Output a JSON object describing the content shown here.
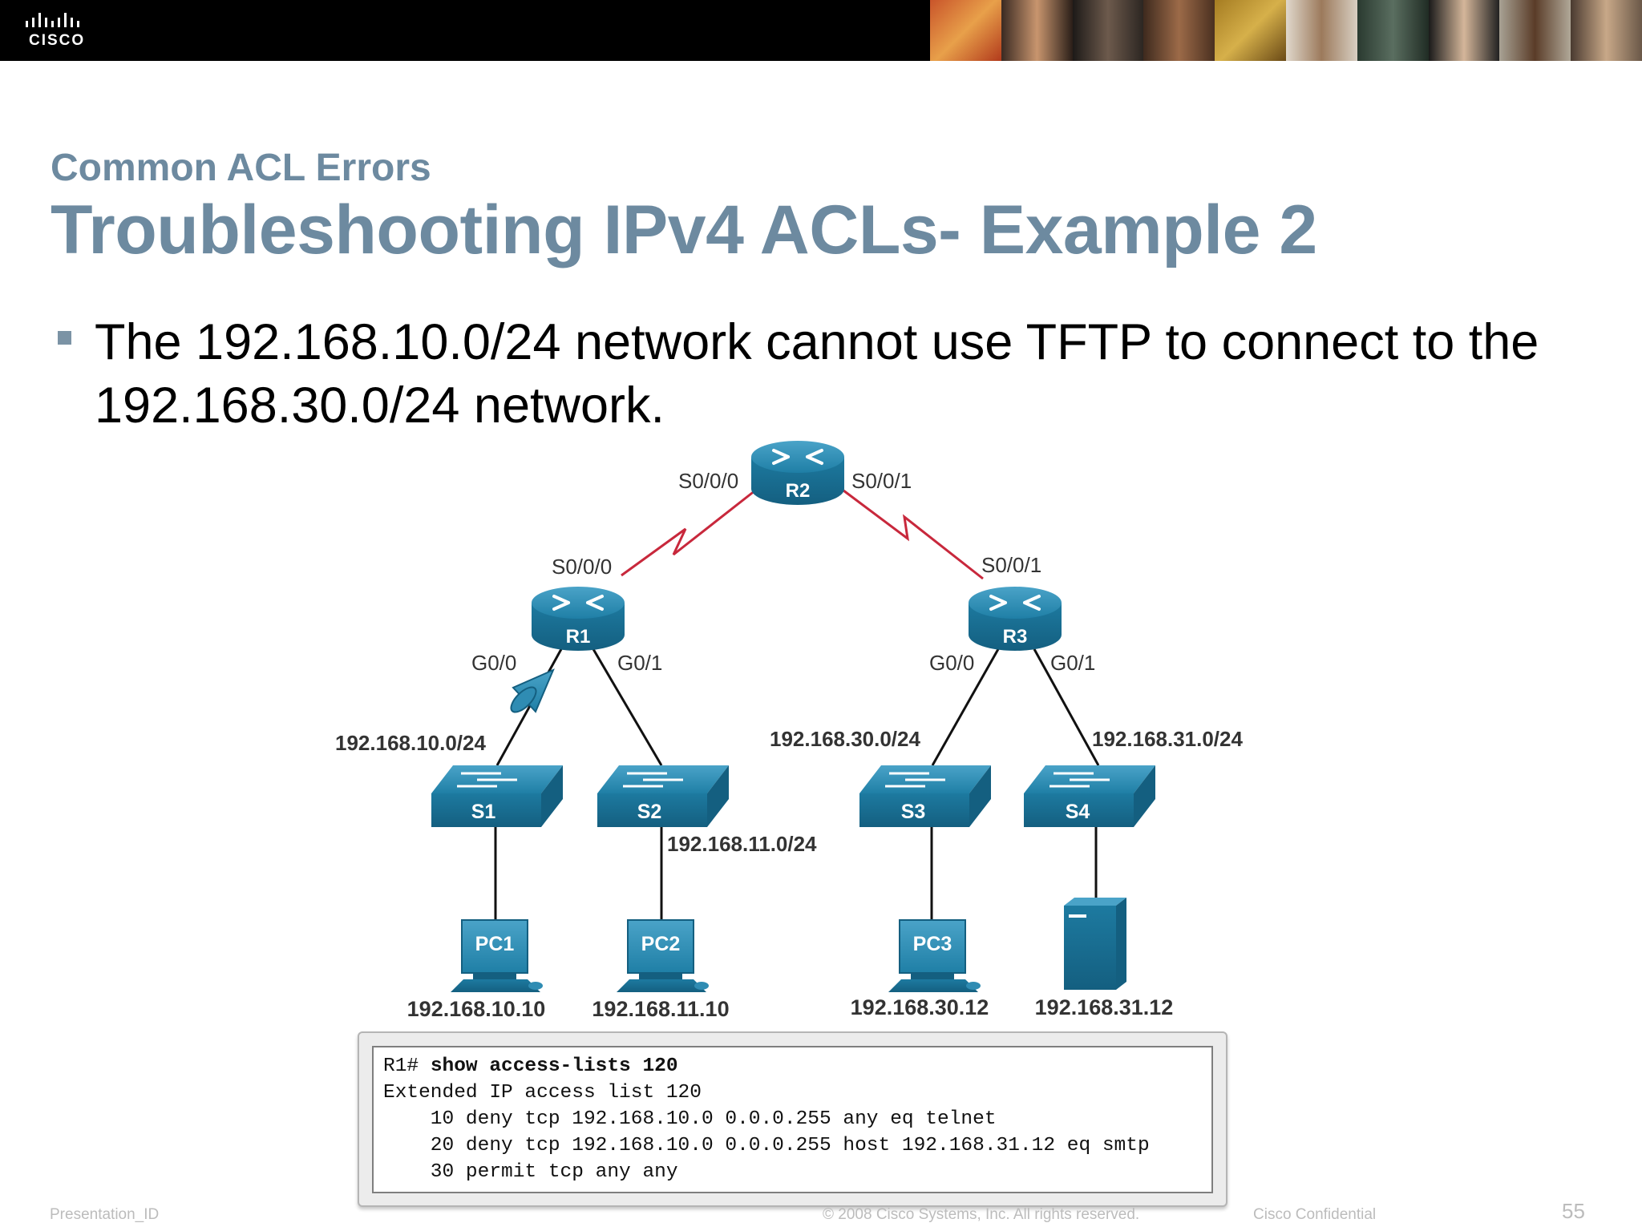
{
  "header": {
    "logo_text": "CISCO",
    "accent_color": "#6d8aa0"
  },
  "slide": {
    "subtitle": "Common ACL Errors",
    "title": "Troubleshooting IPv4 ACLs- Example 2",
    "bullet": "The 192.168.10.0/24 network cannot use TFTP to connect to the 192.168.30.0/24 network."
  },
  "diagram": {
    "routers": {
      "r1": "R1",
      "r2": "R2",
      "r3": "R3"
    },
    "switches": {
      "s1": "S1",
      "s2": "S2",
      "s3": "S3",
      "s4": "S4"
    },
    "pcs": {
      "pc1": "PC1",
      "pc2": "PC2",
      "pc3": "PC3"
    },
    "interfaces": {
      "r2_s000": "S0/0/0",
      "r2_s001": "S0/0/1",
      "r1_s000": "S0/0/0",
      "r3_s001": "S0/0/1",
      "r1_g00": "G0/0",
      "r1_g01": "G0/1",
      "r3_g00": "G0/0",
      "r3_g01": "G0/1"
    },
    "networks": {
      "net10": "192.168.10.0/24",
      "net11": "192.168.11.0/24",
      "net30": "192.168.30.0/24",
      "net31": "192.168.31.0/24"
    },
    "hosts": {
      "pc1": "192.168.10.10",
      "pc2": "192.168.11.10",
      "pc3": "192.168.30.12",
      "server": "192.168.31.12"
    },
    "colors": {
      "device": "#1f7fa6",
      "serial_link": "#c8283c"
    }
  },
  "acl": {
    "prompt": "R1# ",
    "command": "show access-lists 120",
    "lines": [
      "Extended IP access list 120",
      "    10 deny tcp 192.168.10.0 0.0.0.255 any eq telnet",
      "    20 deny tcp 192.168.10.0 0.0.0.255 host 192.168.31.12 eq smtp",
      "    30 permit tcp any any"
    ]
  },
  "footer": {
    "presentation_id": "Presentation_ID",
    "copyright": "© 2008 Cisco Systems, Inc. All rights reserved.",
    "confidential": "Cisco Confidential",
    "page_number": "55"
  }
}
